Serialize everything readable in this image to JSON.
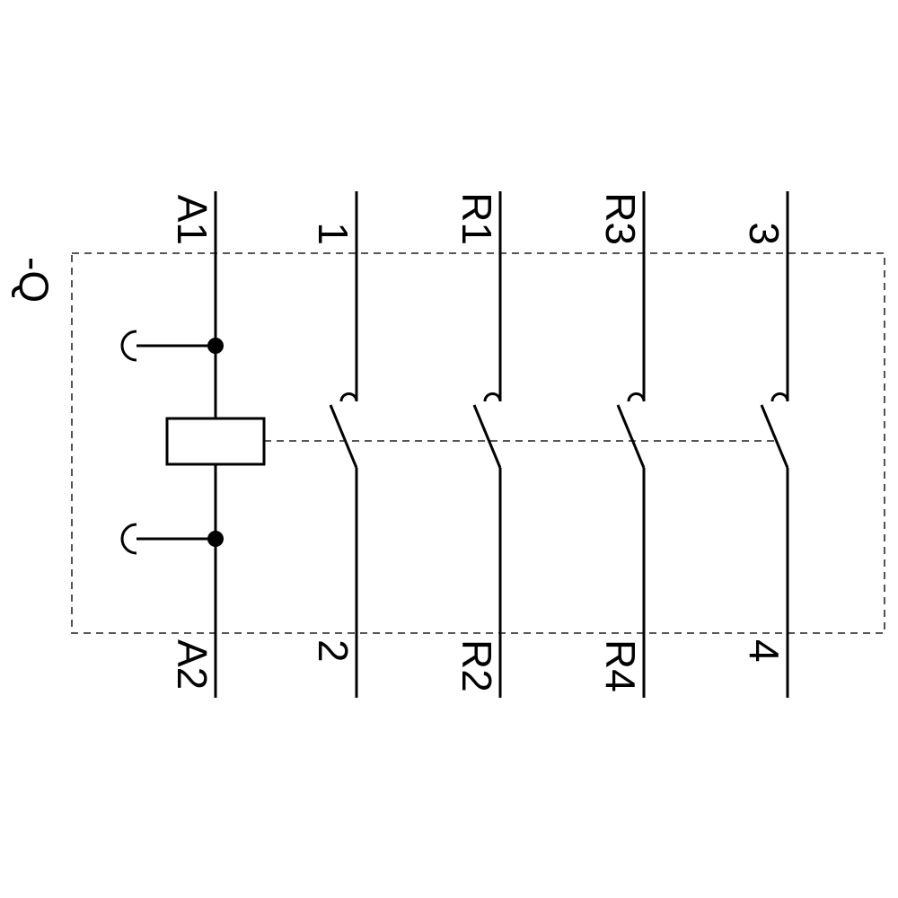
{
  "device_label": "-Q",
  "terminals": {
    "top": [
      "A1",
      "1",
      "R1",
      "R3",
      "3"
    ],
    "bottom": [
      "A2",
      "2",
      "R2",
      "R4",
      "4"
    ]
  },
  "colors": {
    "line": "#000000",
    "dashed_outline": "#3f3f3f",
    "background": "#ffffff"
  }
}
